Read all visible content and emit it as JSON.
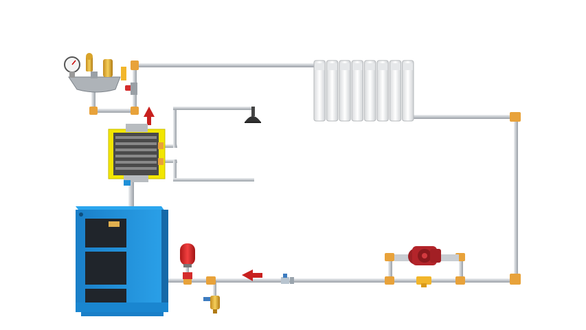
{
  "diagram": {
    "components": {
      "boiler": {
        "icon": "solid-fuel-boiler-icon",
        "color": "#1e90d8"
      },
      "safety_group": {
        "icon": "pressure-gauge-icon"
      },
      "heat_exchanger": {
        "icon": "heat-exchanger-icon",
        "color": "#f2e600"
      },
      "shower": {
        "icon": "shower-head-icon"
      },
      "radiator": {
        "icon": "radiator-icon",
        "sections": 8
      },
      "pump": {
        "icon": "circulation-pump-icon",
        "color": "#b3242a"
      },
      "expansion_tank": {
        "icon": "expansion-tank-icon",
        "color": "#e8262c"
      },
      "drain_valve": {
        "icon": "drain-valve-icon"
      }
    },
    "flow_arrows": [
      {
        "name": "supply-flow-arrow",
        "direction": "up",
        "color": "#c8201e"
      },
      {
        "name": "return-flow-arrow",
        "direction": "left",
        "color": "#c8201e"
      }
    ],
    "pipe_color": "#c9cdd2",
    "fitting_color": "#e8a23a"
  }
}
